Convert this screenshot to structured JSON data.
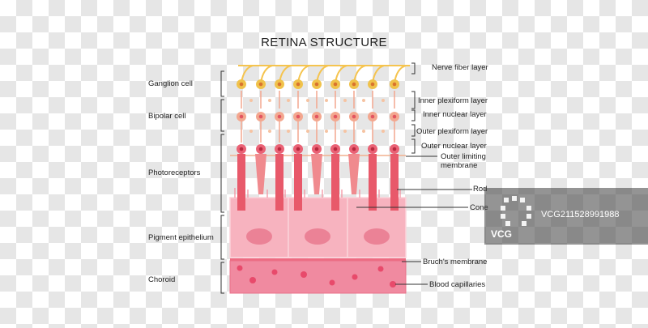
{
  "title": "RETINA STRUCTURE",
  "left_labels": [
    "Ganglion cell",
    "Bipolar cell",
    "Photoreceptors",
    "Pigment epithelium",
    "Choroid"
  ],
  "right_labels": [
    "Nerve fiber layer",
    "Inner plexiform layer",
    "Inner nuclear layer",
    "Outer plexiform layer",
    "Outer nuclear layer",
    "Outer limiting membrane",
    "Rod",
    "Cone",
    "Bruch's membrane",
    "Blood capillaries"
  ],
  "watermark": {
    "brand": "VCG",
    "code": "VCG211528991988"
  },
  "colors": {
    "ganglion": "#f0c24b",
    "nerve_fiber": "#f5c44f",
    "bipolar": "#f3a78f",
    "rod": "#e8596a",
    "cone": "#f08a8e",
    "pigment_epithelium": "#f9c1cb",
    "choroid": "#f07d92",
    "capillary": "#e7476a"
  }
}
